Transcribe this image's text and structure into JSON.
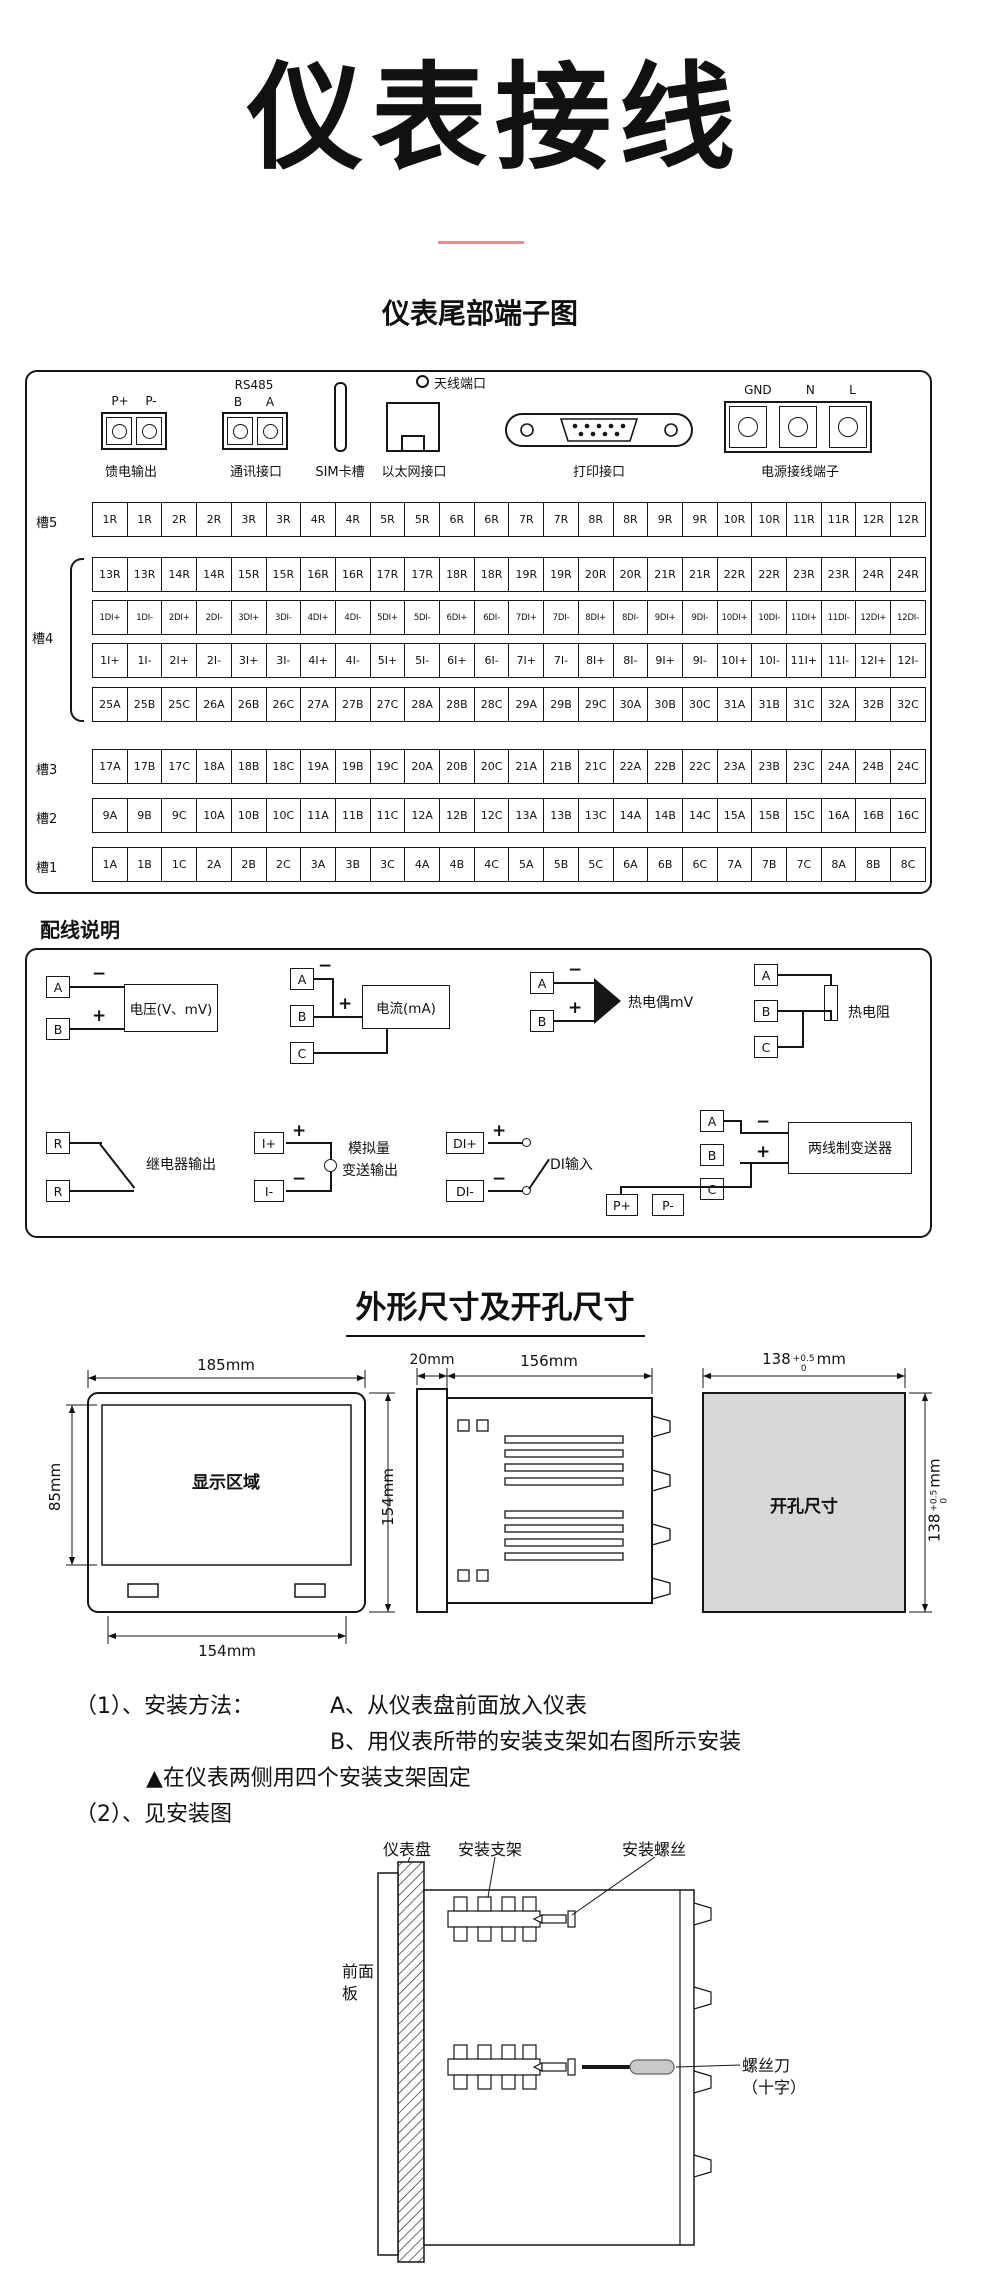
{
  "page": {
    "title": "仪表接线",
    "subtitle": "仪表尾部端子图",
    "wiring_note": "配线说明",
    "dims_title": "外形尺寸及开孔尺寸",
    "accent_color": "#e98f8f",
    "cutout_fill": "#d8d8d8"
  },
  "connectors": {
    "feed": {
      "label": "馈电输出",
      "pins": [
        "P+",
        "P-"
      ]
    },
    "comm": {
      "label": "通讯接口",
      "bus": "RS485",
      "pins": [
        "B",
        "A"
      ]
    },
    "sim": {
      "label": "SIM卡槽"
    },
    "ethernet": {
      "label": "以太网接口"
    },
    "antenna": {
      "label": "天线端口"
    },
    "printer": {
      "label": "打印接口"
    },
    "power": {
      "label": "电源接线端子",
      "pins": [
        "GND",
        "N",
        "L"
      ]
    }
  },
  "slots": {
    "s5": "槽5",
    "s4": "槽4",
    "s3": "槽3",
    "s2": "槽2",
    "s1": "槽1"
  },
  "terminal_rows": {
    "slot5": [
      "1R",
      "1R",
      "2R",
      "2R",
      "3R",
      "3R",
      "4R",
      "4R",
      "5R",
      "5R",
      "6R",
      "6R",
      "7R",
      "7R",
      "8R",
      "8R",
      "9R",
      "9R",
      "10R",
      "10R",
      "11R",
      "11R",
      "12R",
      "12R"
    ],
    "slot4_relay": [
      "13R",
      "13R",
      "14R",
      "14R",
      "15R",
      "15R",
      "16R",
      "16R",
      "17R",
      "17R",
      "18R",
      "18R",
      "19R",
      "19R",
      "20R",
      "20R",
      "21R",
      "21R",
      "22R",
      "22R",
      "23R",
      "23R",
      "24R",
      "24R"
    ],
    "slot4_di": [
      "1DI+",
      "1DI-",
      "2DI+",
      "2DI-",
      "3DI+",
      "3DI-",
      "4DI+",
      "4DI-",
      "5DI+",
      "5DI-",
      "6DI+",
      "6DI-",
      "7DI+",
      "7DI-",
      "8DI+",
      "8DI-",
      "9DI+",
      "9DI-",
      "10DI+",
      "10DI-",
      "11DI+",
      "11DI-",
      "12DI+",
      "12DI-"
    ],
    "slot4_ai": [
      "1I+",
      "1I-",
      "2I+",
      "2I-",
      "3I+",
      "3I-",
      "4I+",
      "4I-",
      "5I+",
      "5I-",
      "6I+",
      "6I-",
      "7I+",
      "7I-",
      "8I+",
      "8I-",
      "9I+",
      "9I-",
      "10I+",
      "10I-",
      "11I+",
      "11I-",
      "12I+",
      "12I-"
    ],
    "slot4_abc": [
      "25A",
      "25B",
      "25C",
      "26A",
      "26B",
      "26C",
      "27A",
      "27B",
      "27C",
      "28A",
      "28B",
      "28C",
      "29A",
      "29B",
      "29C",
      "30A",
      "30B",
      "30C",
      "31A",
      "31B",
      "31C",
      "32A",
      "32B",
      "32C"
    ],
    "slot3": [
      "17A",
      "17B",
      "17C",
      "18A",
      "18B",
      "18C",
      "19A",
      "19B",
      "19C",
      "20A",
      "20B",
      "20C",
      "21A",
      "21B",
      "21C",
      "22A",
      "22B",
      "22C",
      "23A",
      "23B",
      "23C",
      "24A",
      "24B",
      "24C"
    ],
    "slot2": [
      "9A",
      "9B",
      "9C",
      "10A",
      "10B",
      "10C",
      "11A",
      "11B",
      "11C",
      "12A",
      "12B",
      "12C",
      "13A",
      "13B",
      "13C",
      "14A",
      "14B",
      "14C",
      "15A",
      "15B",
      "15C",
      "16A",
      "16B",
      "16C"
    ],
    "slot1": [
      "1A",
      "1B",
      "1C",
      "2A",
      "2B",
      "2C",
      "3A",
      "3B",
      "3C",
      "4A",
      "4B",
      "4C",
      "5A",
      "5B",
      "5C",
      "6A",
      "6B",
      "6C",
      "7A",
      "7B",
      "7C",
      "8A",
      "8B",
      "8C"
    ]
  },
  "wiring": {
    "voltage": {
      "label": "电压(V、mV)",
      "t": [
        "A",
        "B"
      ],
      "signs": [
        "−",
        "+"
      ]
    },
    "current": {
      "label": "电流(mA)",
      "t": [
        "A",
        "B",
        "C"
      ],
      "signs": [
        "−",
        "+"
      ]
    },
    "tc": {
      "label": "热电偶mV",
      "t": [
        "A",
        "B"
      ],
      "signs": [
        "−",
        "+"
      ]
    },
    "rtd": {
      "label": "热电阻",
      "t": [
        "A",
        "B",
        "C"
      ]
    },
    "relay": {
      "label": "继电器输出",
      "t": [
        "R",
        "R"
      ]
    },
    "aout": {
      "label1": "模拟量",
      "label2": "变送输出",
      "t": [
        "I+",
        "I-"
      ],
      "signs": [
        "+",
        "−"
      ]
    },
    "din": {
      "label": "DI输入",
      "t": [
        "DI+",
        "DI-"
      ],
      "signs": [
        "+",
        "−"
      ]
    },
    "tx": {
      "label": "两线制变送器",
      "t": [
        "A",
        "B",
        "C"
      ],
      "p": [
        "P+",
        "P-"
      ],
      "signs": [
        "−",
        "+"
      ]
    }
  },
  "dims": {
    "front": {
      "top": "185mm",
      "left": "85mm",
      "bottom": "154mm",
      "right": "154mm",
      "display": "显示区域"
    },
    "side": {
      "w1": "20mm",
      "w2": "156mm"
    },
    "cutout": {
      "label": "开孔尺寸",
      "base": "138",
      "tol_up": "+0.5",
      "tol_dn": "0",
      "unit": "mm"
    }
  },
  "install": {
    "l1a": "（1）、安装方法：",
    "l1b": "A、从仪表盘前面放入仪表",
    "l2": "B、用仪表所带的安装支架如右图所示安装",
    "l3": "▲在仪表两侧用四个安装支架固定",
    "l4": "（2）、见安装图",
    "lbl_panel": "仪表盘",
    "lbl_bracket": "安装支架",
    "lbl_screw": "安装螺丝",
    "lbl_front1": "前面",
    "lbl_front2": "板",
    "lbl_driver1": "螺丝刀",
    "lbl_driver2": "（十字）"
  }
}
